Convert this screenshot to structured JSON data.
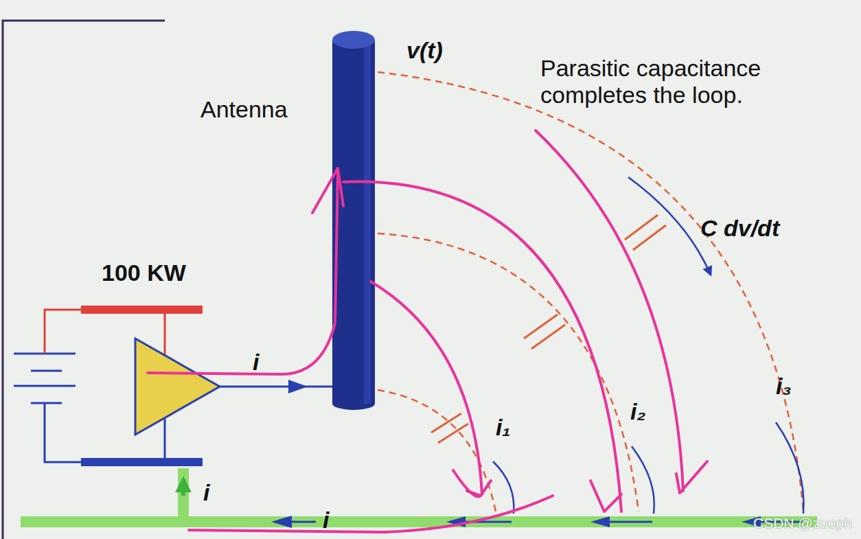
{
  "diagram": {
    "labels": [
      "Antenna",
      "v(t)",
      "Parasitic capacitance completes the loop.",
      "C dv/dt",
      "100 KW",
      "i",
      "i₁",
      "i₂",
      "i₃",
      "i",
      "i",
      "CSDN @zuoph"
    ]
  }
}
